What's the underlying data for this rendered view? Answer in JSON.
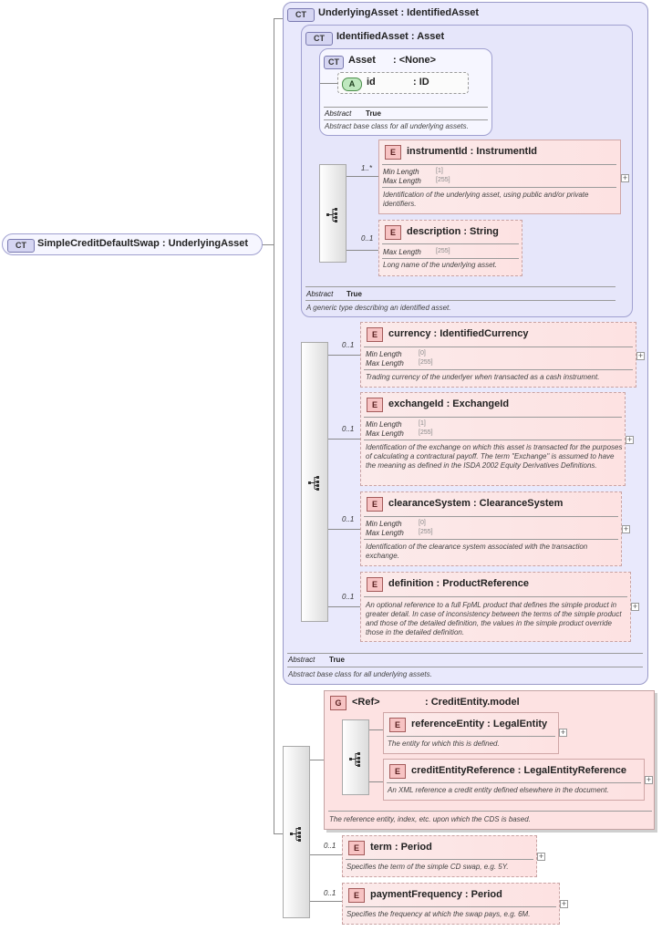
{
  "root": {
    "badge": "CT",
    "title": "SimpleCreditDefaultSwap : UnderlyingAsset"
  },
  "underlyingAsset": {
    "badge": "CT",
    "title": "UnderlyingAsset : IdentifiedAsset",
    "abstract_label": "Abstract",
    "abstract_value": "True",
    "description": "Abstract base class for all underlying assets."
  },
  "identifiedAsset": {
    "badge": "CT",
    "title": "IdentifiedAsset : Asset",
    "abstract_label": "Abstract",
    "abstract_value": "True",
    "description": "A generic type describing an identified asset."
  },
  "asset": {
    "badge": "CT",
    "title": "Asset",
    "base": ": <None>",
    "attr_badge": "A",
    "attr_name": "id",
    "attr_type": ": ID",
    "abstract_label": "Abstract",
    "abstract_value": "True",
    "description": "Abstract base class for all underlying assets."
  },
  "labels": {
    "min_length": "Min Length",
    "max_length": "Max Length",
    "element_badge": "E",
    "group_badge": "G"
  },
  "instrumentId": {
    "card": "1..*",
    "title": "instrumentId : InstrumentId",
    "min": "[1]",
    "max": "[255]",
    "description": "Identification of the underlying asset, using public and/or private identifiers."
  },
  "description": {
    "card": "0..1",
    "title": "description : String",
    "max": "[255]",
    "description": "Long name of the underlying asset."
  },
  "currency": {
    "card": "0..1",
    "title": "currency : IdentifiedCurrency",
    "min": "[0]",
    "max": "[255]",
    "description": "Trading currency of the underlyer when transacted as a cash instrument."
  },
  "exchangeId": {
    "card": "0..1",
    "title": "exchangeId : ExchangeId",
    "min": "[1]",
    "max": "[255]",
    "description": "Identification of the exchange on which this asset is transacted for the purposes of calculating a contractural payoff. The term \"Exchange\" is assumed to have the meaning as defined in the ISDA 2002 Equity Derivatives Definitions."
  },
  "clearanceSystem": {
    "card": "0..1",
    "title": "clearanceSystem : ClearanceSystem",
    "min": "[0]",
    "max": "[255]",
    "description": "Identification of the clearance system associated with the transaction exchange."
  },
  "definition": {
    "card": "0..1",
    "title": "definition : ProductReference",
    "description": "An optional reference to a full FpML product that defines the simple product in greater detail. In case of inconsistency between the terms of the simple product and those of the detailed definition, the values in the simple product override those in the detailed definition."
  },
  "creditEntityGroup": {
    "ref": "<Ref>",
    "title": ": CreditEntity.model",
    "description": "The reference entity, index, etc. upon which the CDS is based."
  },
  "referenceEntity": {
    "title": "referenceEntity : LegalEntity",
    "description": "The entity for which this is defined."
  },
  "creditEntityReference": {
    "title": "creditEntityReference : LegalEntityReference",
    "description": "An XML reference a credit entity defined elsewhere in the document."
  },
  "term": {
    "card": "0..1",
    "title": "term : Period",
    "description": "Specifies the term of the simple CD swap, e.g. 5Y."
  },
  "paymentFrequency": {
    "card": "0..1",
    "title": "paymentFrequency : Period",
    "description": "Specifies the frequency at which the swap pays, e.g. 6M."
  },
  "colors": {
    "complex_type": "#e9e9fc",
    "element": "#fde2e2",
    "attribute": "#bfe8bf"
  },
  "icons": {
    "sequence": "sequence-icon",
    "expand": "expand-icon",
    "ct": "complex-type-icon"
  }
}
